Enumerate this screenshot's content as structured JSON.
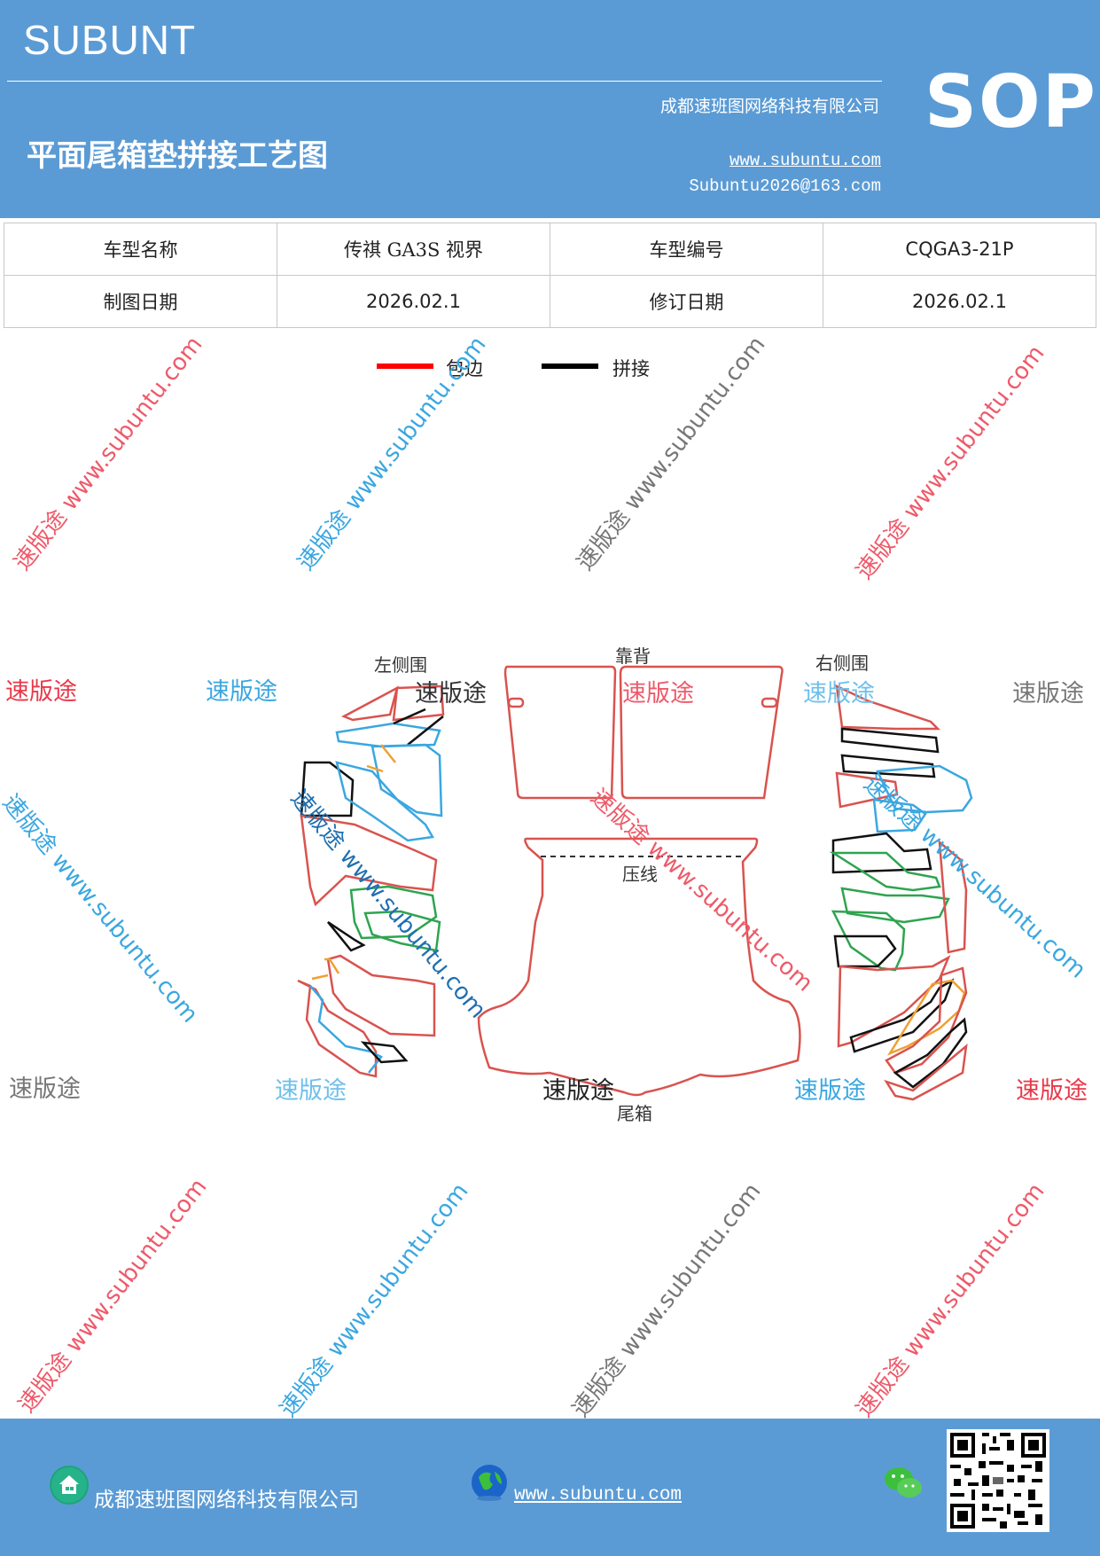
{
  "header": {
    "brand": "SUBUNT",
    "company": "成都速班图网络科技有限公司",
    "title": "平面尾箱垫拼接工艺图",
    "website": "www.subuntu.com",
    "email": "Subuntu2026@163.com",
    "badge": "SOP"
  },
  "info": {
    "model_name_label": "车型名称",
    "model_name": "传祺 GA3S 视界",
    "model_code_label": "车型编号",
    "model_code": "CQGA3-21P",
    "draw_date_label": "制图日期",
    "draw_date": "2026.02.1",
    "revise_date_label": "修订日期",
    "revise_date": "2026.02.1"
  },
  "legend": {
    "edge_label": "包边",
    "edge_color": "#ff0000",
    "join_label": "拼接",
    "join_color": "#000000"
  },
  "diagram": {
    "left_side": "左侧围",
    "back": "靠背",
    "right_side": "右侧围",
    "press_line": "压线",
    "trunk": "尾箱"
  },
  "watermark": {
    "brand_cn": "速版途",
    "url": "www.subuntu.com",
    "diag_text": "速版途 www.subuntu.com"
  },
  "footer": {
    "company": "成都速班图网络科技有限公司",
    "website": "www.subuntu.com"
  },
  "colors": {
    "header_bg": "#5b9bd5",
    "outline_red": "#d9534f",
    "outline_blue": "#3aa7e0",
    "outline_green": "#2ea44f",
    "outline_orange": "#f0a030"
  },
  "icons": [
    "home-icon",
    "globe-icon",
    "wechat-icon",
    "qr-code-icon"
  ]
}
